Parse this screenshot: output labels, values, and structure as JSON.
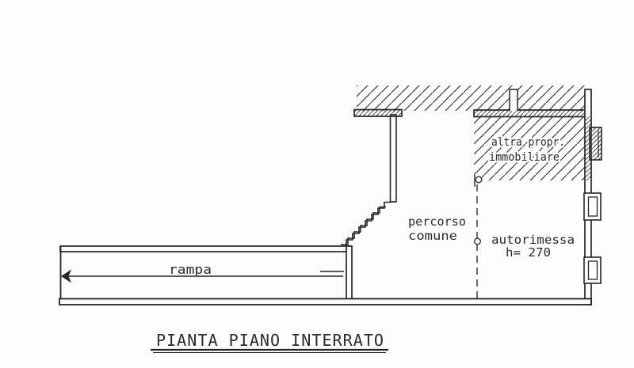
{
  "drawing": {
    "title": "PIANTA PIANO INTERRATO",
    "labels": {
      "other_property_line1": "altra propr.",
      "other_property_line2": "immobiliare",
      "common_path_line1": "percorso",
      "common_path_line2": "comune",
      "garage": "autorimessa",
      "garage_height": "h= 270",
      "ramp": "rampa"
    },
    "symbols": {
      "boundary_line": "dashed-property-boundary",
      "posts": "small-circle-post-markers",
      "direction_arrow": "ramp-direction-arrow-left"
    },
    "colors": {
      "ink": "#262626",
      "paper": "#fcfcfc",
      "hatch": "#3c3c3c"
    }
  }
}
